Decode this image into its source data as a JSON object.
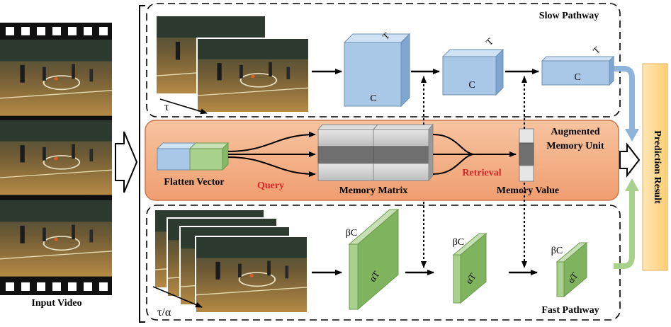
{
  "input": {
    "caption": "Input Video"
  },
  "slow_pathway": {
    "title": "Slow Pathway",
    "stride_label": "τ",
    "channel_label": "C",
    "time_label": "T"
  },
  "fast_pathway": {
    "title": "Fast Pathway",
    "stride_label": "τ/α",
    "channel_label": "βC",
    "time_label": "αT"
  },
  "memory_unit": {
    "title_line1": "Augmented",
    "title_line2": "Memory Unit",
    "flatten_label": "Flatten Vector",
    "query_label": "Query",
    "matrix_label": "Memory Matrix",
    "retrieval_label": "Retrieval",
    "value_label": "Memory Value"
  },
  "output": {
    "label": "Prediction Result"
  },
  "colors": {
    "slow_block": "#a9c8e8",
    "fast_block": "#a9d18e",
    "memory_band": "#f4b183",
    "output_bar": "#ffd98a",
    "accent_text": "#d62728",
    "court": "#a88240"
  }
}
